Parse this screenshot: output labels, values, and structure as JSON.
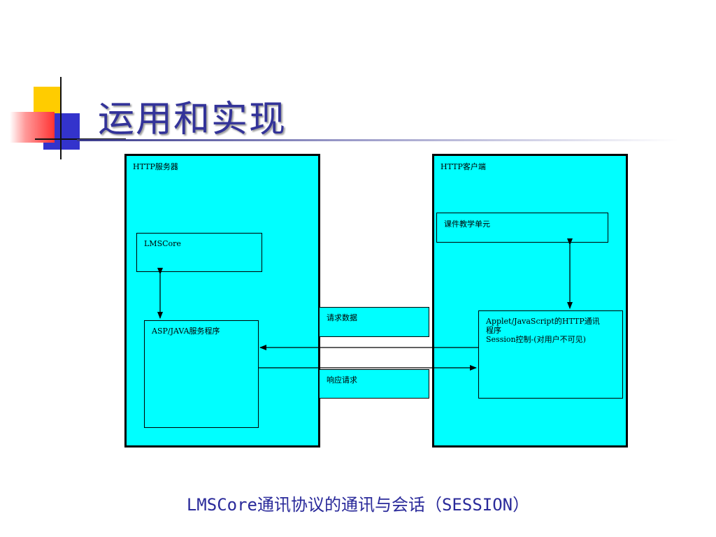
{
  "slide": {
    "title": "运用和实现",
    "caption": "LMSCore通讯协议的通讯与会话（SESSION）"
  },
  "diagram": {
    "server_panel": {
      "label": "HTTP服务器"
    },
    "client_panel": {
      "label": "HTTP客户端"
    },
    "lmscore_box": {
      "label": "LMSCore"
    },
    "asp_box": {
      "label": "ASP/JAVA服务程序"
    },
    "course_box": {
      "label": "课件教学单元"
    },
    "applet_box": {
      "line1": "Applet/JavaScript的HTTP通讯",
      "line2": "程序",
      "line3": "Session控制-(对用户不可见)"
    },
    "request_box": {
      "label": "请求数据"
    },
    "response_box": {
      "label": "响应请求"
    }
  },
  "colors": {
    "title": "#333399",
    "panel_fill": "#00ffff",
    "caption": "#2a2a9a"
  }
}
